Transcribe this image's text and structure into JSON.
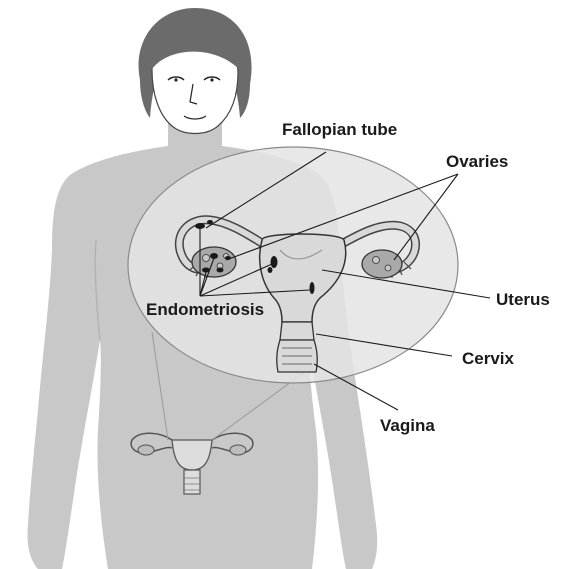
{
  "diagram": {
    "labels": {
      "fallopian_tube": "Fallopian tube",
      "ovaries": "Ovaries",
      "endometriosis": "Endometriosis",
      "uterus": "Uterus",
      "cervix": "Cervix",
      "vagina": "Vagina"
    },
    "colors": {
      "body": "#c8c8c8",
      "hair": "#6b6b6b",
      "skin_face": "#ffffff",
      "zoom_circle": "#e4e4e4",
      "organ_fill": "#d9d9d9",
      "lesion": "#1a1a1a",
      "leader_line": "#1a1a1a",
      "label_text": "#1a1a1a"
    }
  }
}
